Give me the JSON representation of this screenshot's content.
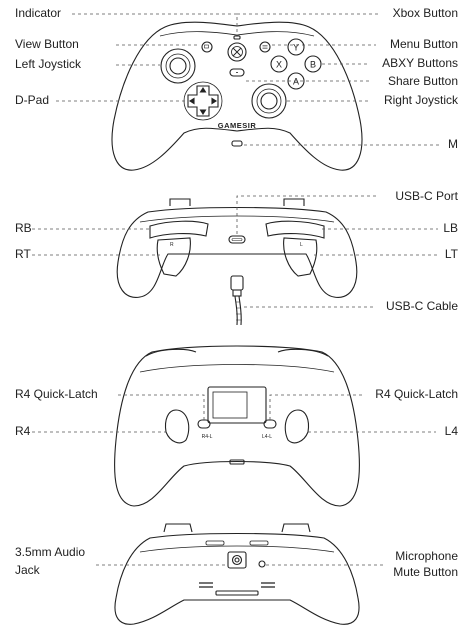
{
  "front_view": {
    "brand": "GAMESIR",
    "abxy": [
      "Y",
      "X",
      "B",
      "A"
    ],
    "left_labels": {
      "indicator": "Indicator",
      "view_button": "View Button",
      "left_joystick": "Left Joystick",
      "dpad": "D-Pad"
    },
    "right_labels": {
      "xbox_button": "Xbox Button",
      "menu_button": "Menu Button",
      "abxy_buttons": "ABXY Buttons",
      "share_button": "Share Button",
      "right_joystick": "Right Joystick",
      "m": "M"
    }
  },
  "top_view": {
    "labels": {
      "usbc_port": "USB-C Port",
      "rb": "RB",
      "lb": "LB",
      "rt": "RT",
      "lt": "LT",
      "usbc_cable": "USB-C Cable"
    }
  },
  "back_view": {
    "latch_left_text": "R4-L",
    "latch_right_text": "L4-L",
    "labels": {
      "r4_quick_latch_left": "R4 Quick-Latch",
      "r4_quick_latch_right": "R4 Quick-Latch",
      "r4": "R4",
      "l4": "L4"
    }
  },
  "bottom_view": {
    "labels": {
      "audio_jack_line1": "3.5mm Audio",
      "audio_jack_line2": "Jack",
      "mic_mute_line1": "Microphone",
      "mic_mute_line2": "Mute Button"
    }
  }
}
